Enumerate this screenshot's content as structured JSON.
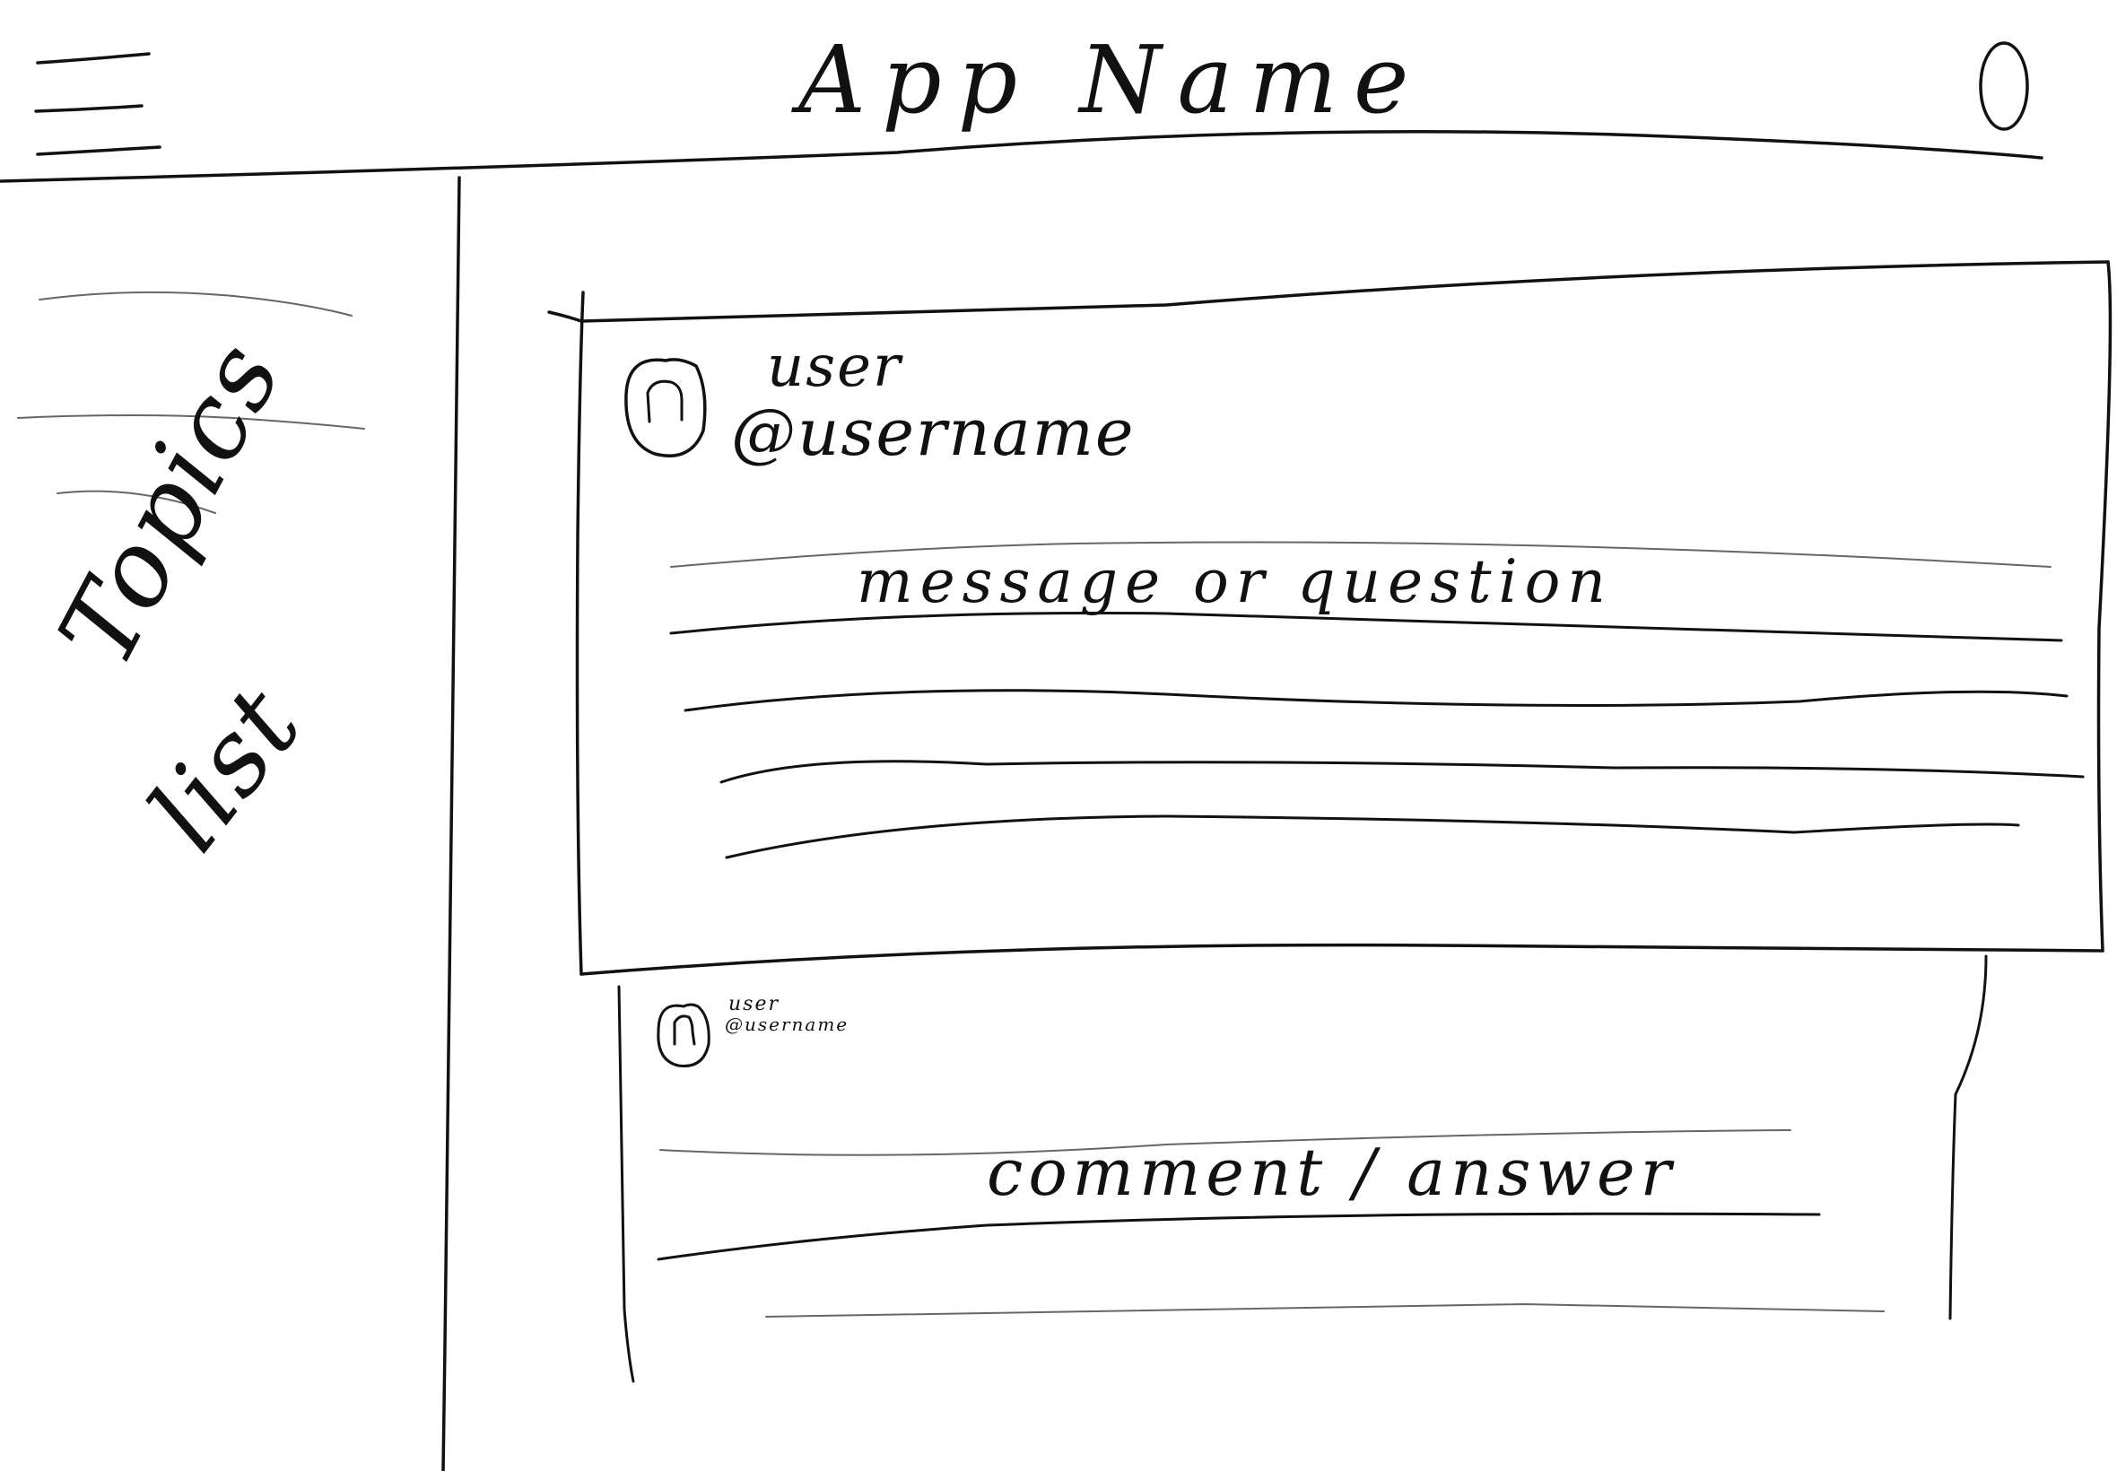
{
  "header": {
    "menu_icon": "hamburger-menu-icon",
    "title": "App Name",
    "profile_icon": "circle-profile-icon"
  },
  "sidebar": {
    "items": [
      "",
      "",
      ""
    ],
    "label": "Topics list"
  },
  "post": {
    "avatar_icon": "user-avatar-icon",
    "user": "user",
    "handle": "@username",
    "message": "message or question"
  },
  "comment": {
    "avatar_icon": "user-avatar-icon",
    "user": "user",
    "handle": "@username",
    "text": "comment / answer"
  }
}
